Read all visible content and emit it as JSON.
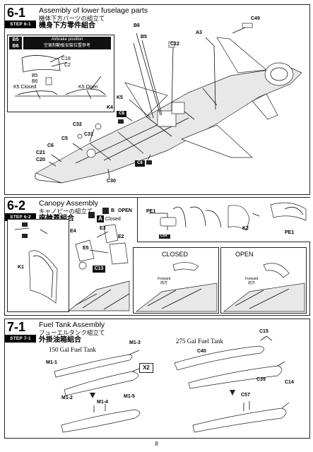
{
  "page_number": "8",
  "step_6_1": {
    "step_number": "6-1",
    "step_tag": "STEP 6-1",
    "title_en": "Assembly of lower fuselage parts",
    "title_jp": "機体下方パーツの組立て",
    "title_zh": "機身下方零件組合",
    "airbrake_box": {
      "parts": [
        "B5",
        "B6"
      ],
      "title_en": "Airbrake position",
      "title_zh": "空氣制動板安裝位置參考",
      "closed_label": "K5 Closed",
      "open_label": "K5 Open",
      "parts_small": [
        "C18",
        "C2",
        "B5",
        "B6"
      ]
    },
    "callouts": [
      "C49",
      "A3",
      "B6",
      "B5",
      "C22",
      "K5",
      "K4",
      "C8",
      "C32",
      "C31",
      "C5",
      "C6",
      "C21",
      "C20",
      "C8",
      "C30"
    ]
  },
  "step_6_2": {
    "step_number": "6-2",
    "step_tag": "STEP 6-2",
    "title_en": "Canopy Assembly",
    "title_jp": "キャノピーの組立て",
    "title_zh": "座艙蓋組合",
    "option_a": "A",
    "option_b": "B",
    "closed_label": "Closed",
    "open_label": "OPEN",
    "parts": [
      "E4",
      "E3",
      "E2",
      "E5",
      "C13",
      "K1",
      "PE1",
      "C59",
      "K2",
      "PE1"
    ],
    "closed_box": "CLOSED",
    "open_box": "OPEN",
    "forward_en": "Forward",
    "forward_zh": "前方"
  },
  "step_7_1": {
    "step_number": "7-1",
    "step_tag": "STEP 7-1",
    "title_en": "Fuel Tank Assembly",
    "title_jp": "フューエルタンク組立て",
    "title_zh": "外掛油箱組合",
    "tank_150": "150 Gal Fuel Tank",
    "tank_275": "275 Gal Fuel Tank",
    "multiplier": "X2",
    "callouts_150": [
      "M1-3",
      "M1-1",
      "M1-2",
      "M1-4",
      "M1-5"
    ],
    "callouts_275": [
      "C15",
      "C40",
      "C39",
      "C14",
      "C57"
    ]
  }
}
